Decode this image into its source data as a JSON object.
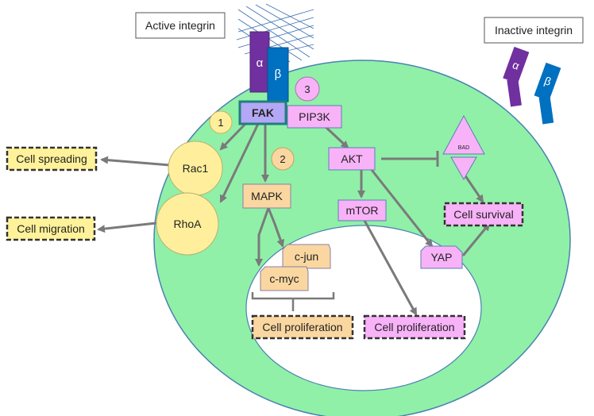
{
  "labels": {
    "active_integrin": "Active integrin",
    "inactive_integrin": "Inactive integrin",
    "alpha": "α",
    "beta": "β",
    "fak": "FAK",
    "pip3k": "PIP3K",
    "akt": "AKT",
    "mtor": "mTOR",
    "yap": "YAP",
    "bad": "BAD",
    "mapk": "MAPK",
    "cjun": "c-jun",
    "cmyc": "c-myc",
    "rac1": "Rac1",
    "rhoa": "RhoA",
    "cell_spreading": "Cell spreading",
    "cell_migration": "Cell migration",
    "cell_survival": "Cell survival",
    "cell_proliferation_left": "Cell proliferation",
    "cell_proliferation_right": "Cell proliferation",
    "num1": "1",
    "num2": "2",
    "num3": "3"
  },
  "colors": {
    "cell": "#90f0a8",
    "cell_stroke": "#4a82b0",
    "nucleus": "#ffffff",
    "alpha": "#7030a0",
    "beta": "#0070c0",
    "fak": "#b4a7f5",
    "fak_border": "#1f7f7f",
    "pink": "#f8b2f8",
    "pink_border": "#5b7fb5",
    "orange": "#fad7a0",
    "yellow": "#ffef9c",
    "yellow_outcome": "#fff29a",
    "arrow": "#7a7a7a",
    "grid": "#3a6fb0"
  }
}
